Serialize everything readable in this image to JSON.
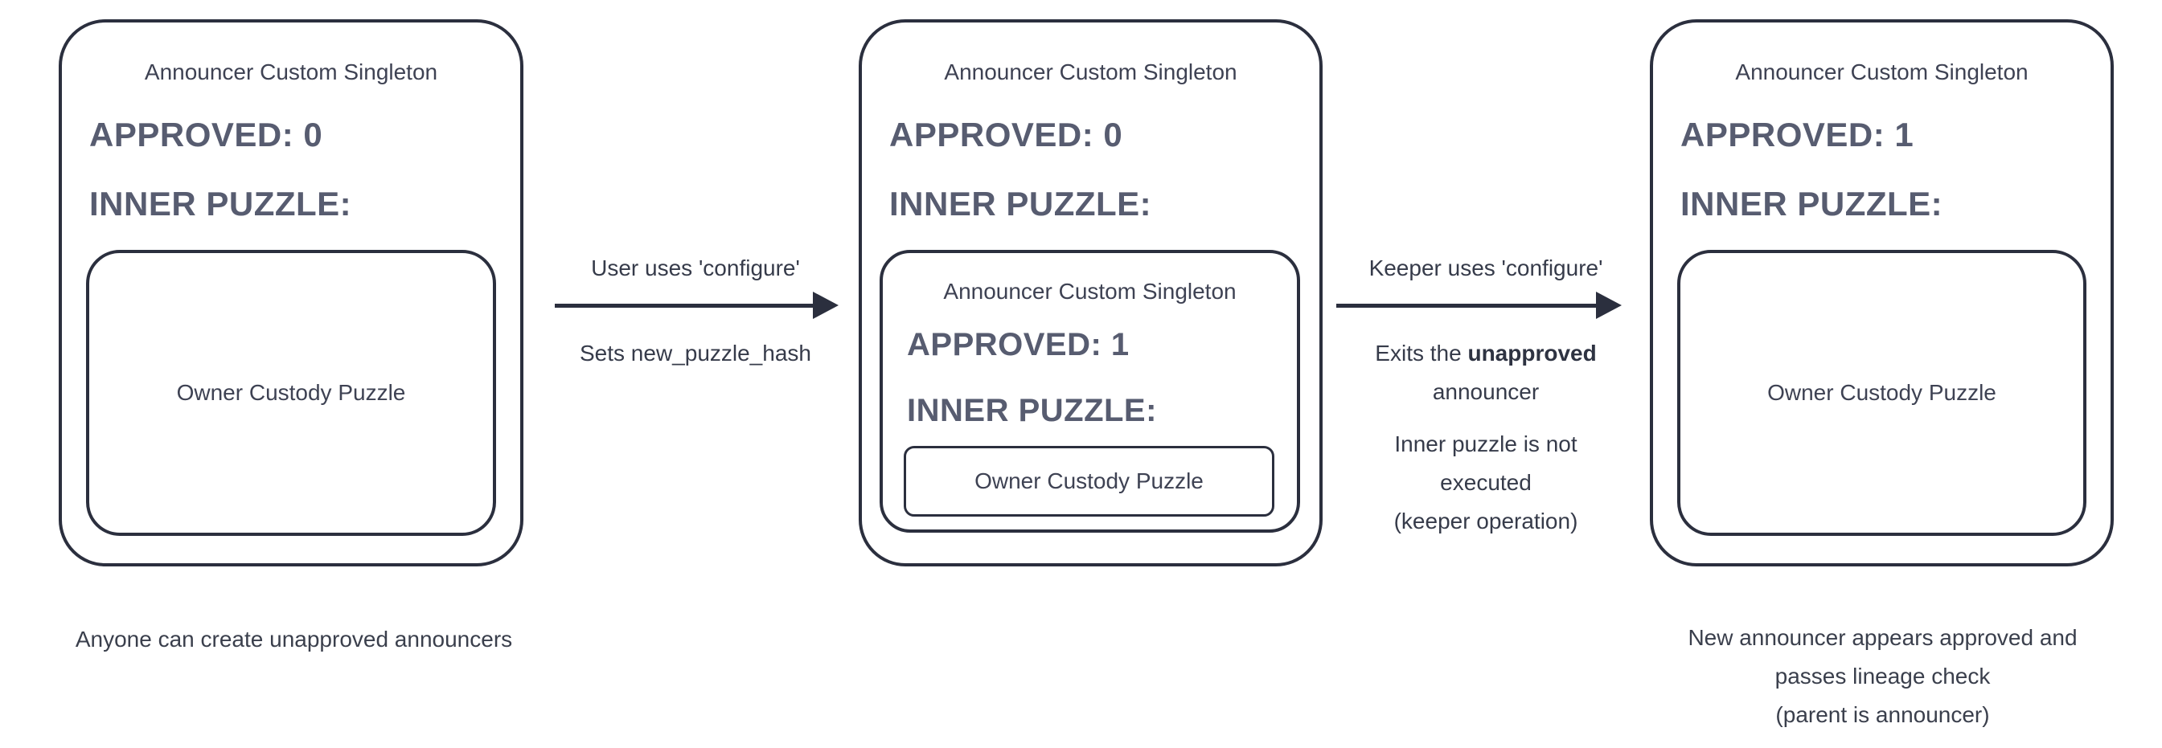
{
  "colors": {
    "ink": "#2b2f3e",
    "text": "#3e4253",
    "heading": "#575c70"
  },
  "stages": [
    {
      "title": "Announcer Custom Singleton",
      "approved": "APPROVED: 0",
      "inner_puzzle": "INNER PUZZLE:",
      "inner_box_label": "Owner Custody Puzzle",
      "caption": "Anyone can create unapproved announcers"
    },
    {
      "title": "Announcer Custom Singleton",
      "approved": "APPROVED: 0",
      "inner_puzzle": "INNER PUZZLE:",
      "nested": {
        "title": "Announcer Custom Singleton",
        "approved": "APPROVED: 1",
        "inner_puzzle": "INNER PUZZLE:",
        "inner_box_label": "Owner Custody Puzzle"
      }
    },
    {
      "title": "Announcer Custom Singleton",
      "approved": "APPROVED: 1",
      "inner_puzzle": "INNER PUZZLE:",
      "inner_box_label": "Owner Custody Puzzle",
      "caption_lines": [
        "New announcer appears approved and",
        "passes lineage check",
        "(parent is announcer)"
      ]
    }
  ],
  "transitions": [
    {
      "above": "User uses 'configure'",
      "below_line1": "Sets new_puzzle_hash"
    },
    {
      "above": "Keeper uses 'configure'",
      "line1_prefix": "Exits the ",
      "line1_bold": "unapproved",
      "line2": "announcer",
      "line3": "Inner puzzle is not",
      "line4": "executed",
      "line5": "(keeper operation)"
    }
  ]
}
